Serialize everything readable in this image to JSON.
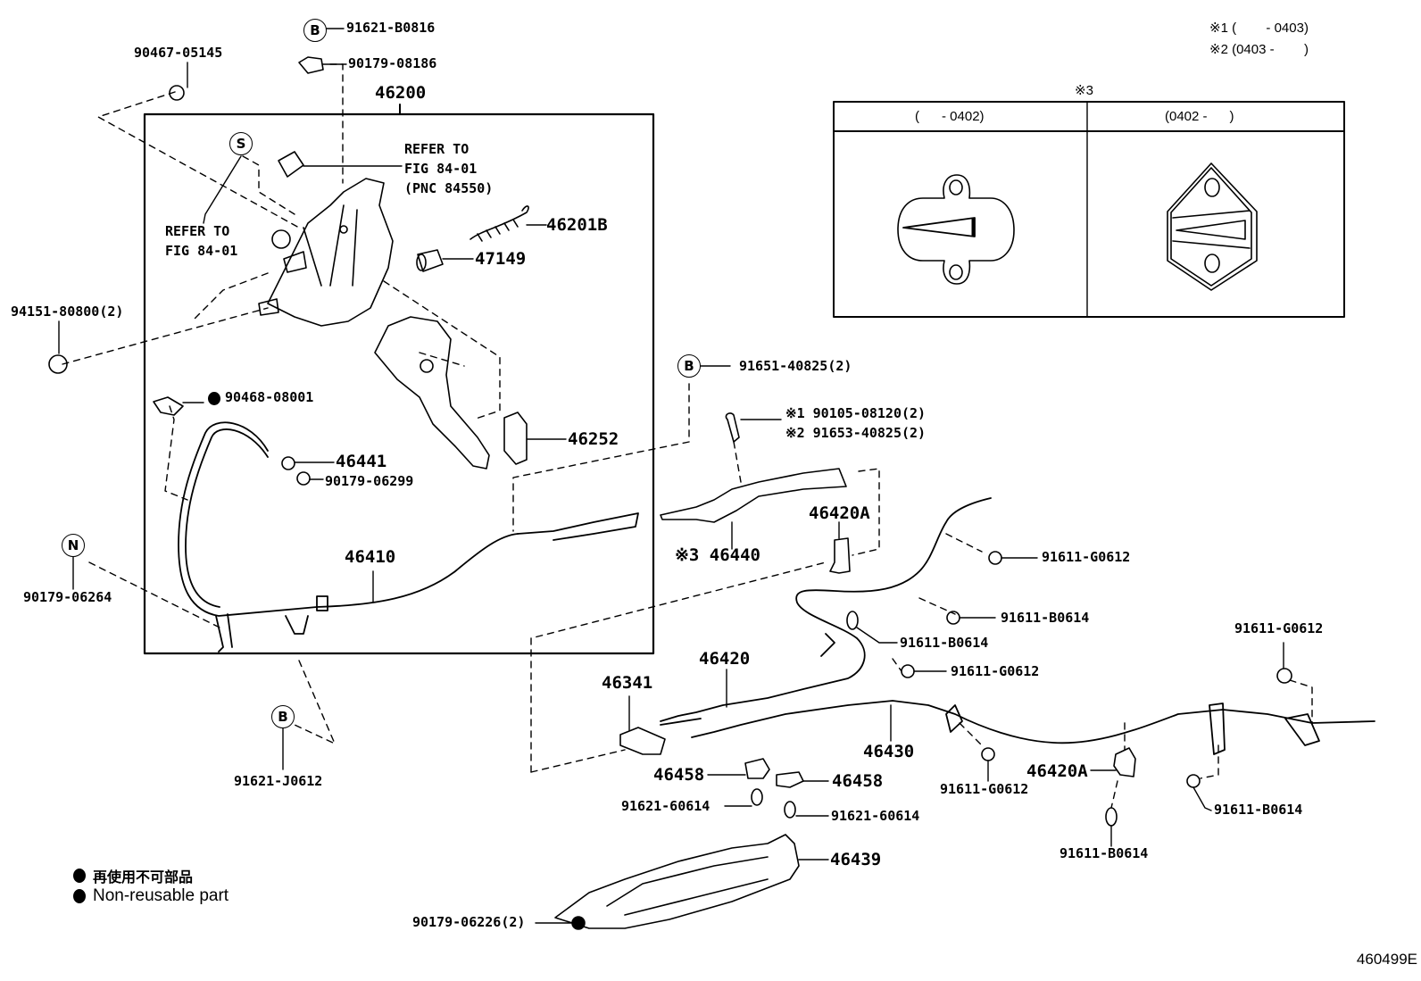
{
  "diagram": {
    "figure_id": "460499E",
    "type": "parts-exploded-view",
    "subject": "Parking brake lever & cable"
  },
  "legend": {
    "items": [
      {
        "symbol": "filled-dot",
        "text": "再使用不可部品"
      },
      {
        "symbol": "filled-dot",
        "text": "Non-reusable part"
      }
    ]
  },
  "date_notes": {
    "note1": "※1 (        - 0403)",
    "note2": "※2 (0403 -        )"
  },
  "inset": {
    "title": "※3",
    "columns": [
      {
        "header": "(      - 0402)",
        "variant": "early"
      },
      {
        "header": "(0402 -      )",
        "variant": "late"
      }
    ]
  },
  "assembly_box": {
    "label": "46200"
  },
  "references": {
    "refer1": "REFER TO\nFIG 84-01\n(PNC 84550)",
    "refer2": "REFER TO\nFIG 84-01"
  },
  "circle_marks": {
    "b_top": "B",
    "s": "S",
    "n": "N",
    "b_bottom": "B",
    "b_mid": "B"
  },
  "parts": {
    "p_91621_B0816": "91621-B0816",
    "p_90467_05145": "90467-05145",
    "p_90179_08186": "90179-08186",
    "p_46201B": "46201B",
    "p_47149": "47149",
    "p_94151_80800": "94151-80800(2)",
    "p_90468_08001": "90468-08001",
    "p_46252": "46252",
    "p_46441": "46441",
    "p_90179_06299": "90179-06299",
    "p_46410": "46410",
    "p_90179_06264": "90179-06264",
    "p_91621_J0612": "91621-J0612",
    "p_91651_40825": "91651-40825(2)",
    "p_90105_08120": "※1 90105-08120(2)",
    "p_91653_40825": "※2 91653-40825(2)",
    "p_46440": "※3 46440",
    "p_46420A_top": "46420A",
    "p_91611_G0612_a": "91611-G0612",
    "p_91611_B0614_a": "91611-B0614",
    "p_91611_B0614_b": "91611-B0614",
    "p_91611_G0612_b": "91611-G0612",
    "p_46420": "46420",
    "p_46341": "46341",
    "p_46430": "46430",
    "p_91611_G0612_c": "91611-G0612",
    "p_46420A_bottom": "46420A",
    "p_91611_G0612_d": "91611-G0612",
    "p_91611_B0614_c": "91611-B0614",
    "p_91611_B0614_d": "91611-B0614",
    "p_46458_a": "46458",
    "p_46458_b": "46458",
    "p_91621_60614_a": "91621-60614",
    "p_91621_60614_b": "91621-60614",
    "p_46439": "46439",
    "p_90179_06226": "90179-06226(2)"
  }
}
